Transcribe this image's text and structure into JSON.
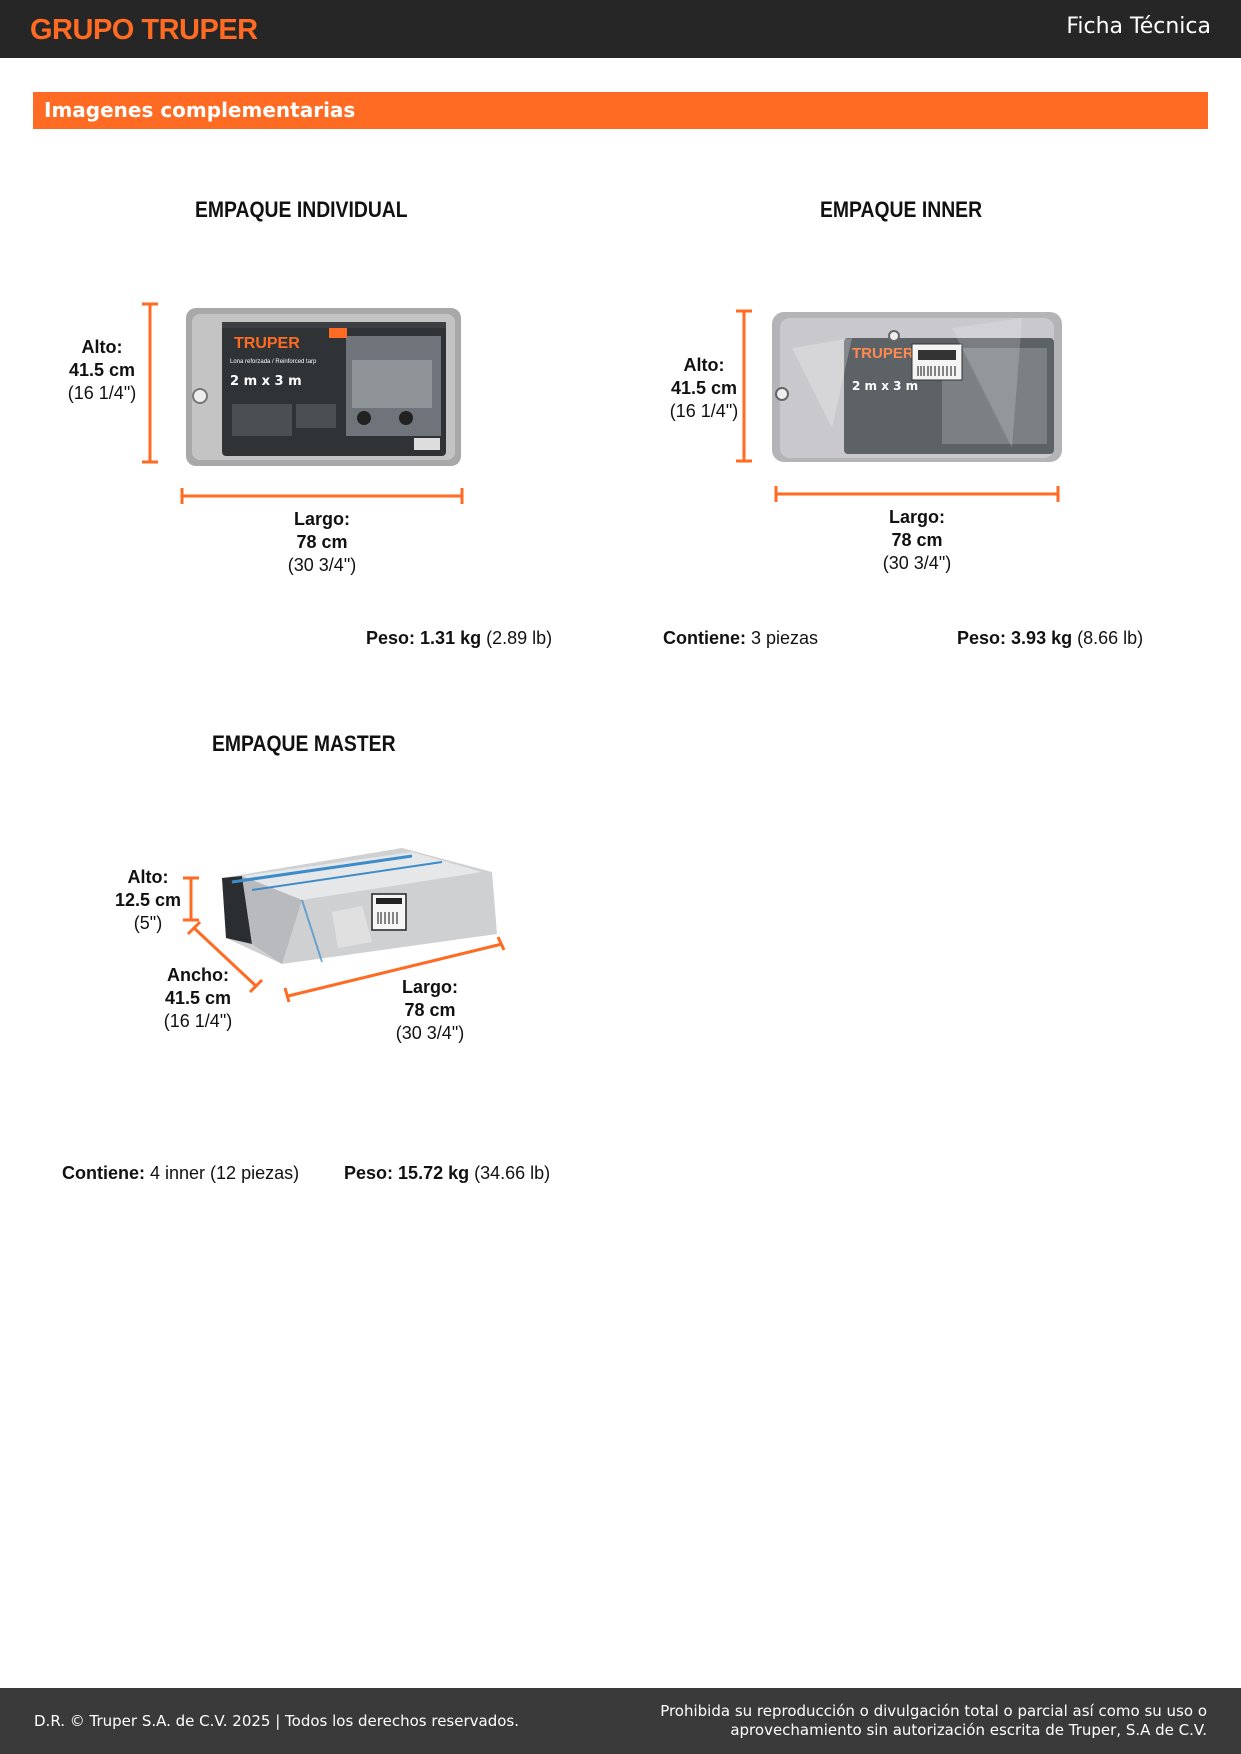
{
  "header": {
    "logo_text": "GRUPO TRUPER",
    "doc_type": "Ficha Técnica"
  },
  "section": {
    "title": "Imagenes complementarias"
  },
  "individual": {
    "heading": "EMPAQUE INDIVIDUAL",
    "alto_label": "Alto:",
    "alto_value": "41.5 cm",
    "alto_in": "(16 1/4\")",
    "largo_label": "Largo:",
    "largo_value": "78 cm",
    "largo_in": "(30 3/4\")",
    "peso_label": "Peso:",
    "peso_value": "1.31 kg",
    "peso_lb": "(2.89 lb)",
    "product_brand": "TRUPER",
    "product_name": "Lona reforzada / Reinforced tarp",
    "product_size": "2 m x 3 m"
  },
  "inner": {
    "heading": "EMPAQUE INNER",
    "alto_label": "Alto:",
    "alto_value": "41.5 cm",
    "alto_in": "(16 1/4\")",
    "largo_label": "Largo:",
    "largo_value": "78 cm",
    "largo_in": "(30 3/4\")",
    "contiene_label": "Contiene:",
    "contiene_value": "3 piezas",
    "peso_label": "Peso:",
    "peso_value": "3.93 kg",
    "peso_lb": "(8.66 lb)",
    "product_brand": "TRUPER",
    "product_size": "2 m x 3 m"
  },
  "master": {
    "heading": "EMPAQUE MASTER",
    "alto_label": "Alto:",
    "alto_value": "12.5 cm",
    "alto_in": "(5\")",
    "ancho_label": "Ancho:",
    "ancho_value": "41.5 cm",
    "ancho_in": "(16 1/4\")",
    "largo_label": "Largo:",
    "largo_value": "78 cm",
    "largo_in": "(30 3/4\")",
    "contiene_label": "Contiene:",
    "contiene_value": "4 inner (12 piezas)",
    "peso_label": "Peso:",
    "peso_value": "15.72 kg",
    "peso_lb": "(34.66 lb)"
  },
  "footer": {
    "left": "D.R. © Truper S.A. de C.V. 2025 | Todos los derechos reservados.",
    "right": "Prohibida su reproducción o divulgación total o parcial así como su uso o aprovechamiento sin autorización escrita de Truper, S.A de C.V."
  },
  "colors": {
    "accent": "#ff6b22",
    "header_bg": "#262626",
    "footer_bg": "#3a3a3a"
  }
}
